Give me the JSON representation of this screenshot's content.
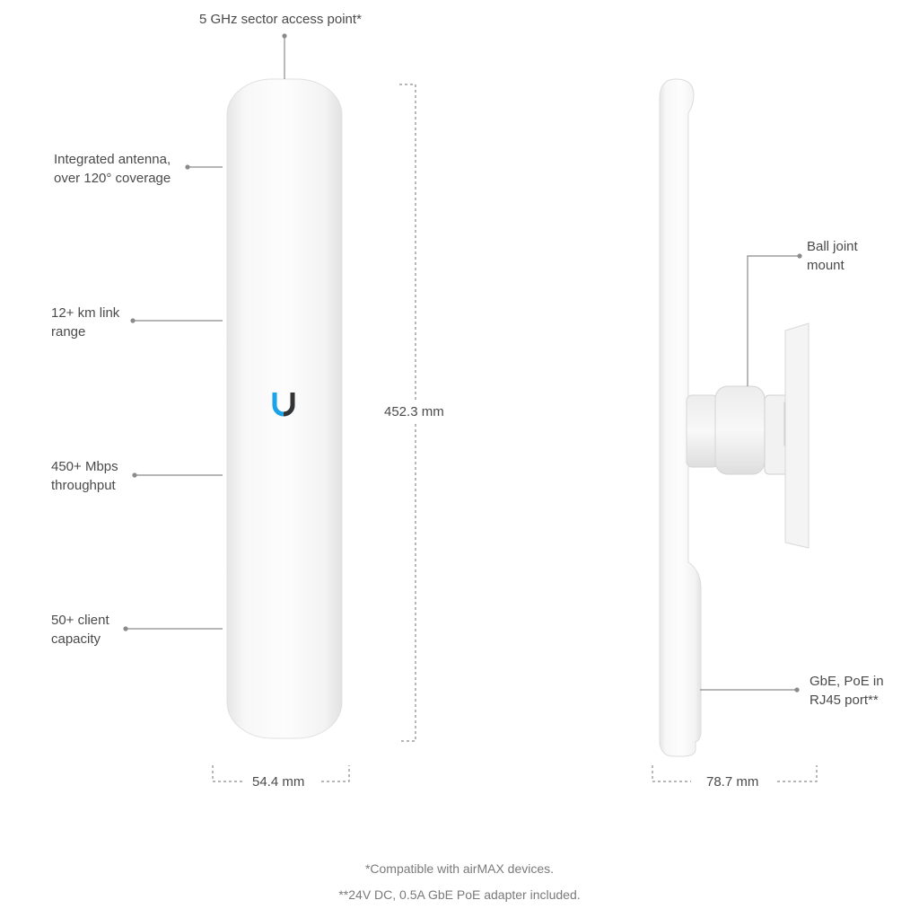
{
  "callouts": {
    "top": "5 GHz sector access point*",
    "antenna": [
      "Integrated antenna,",
      "over 120° coverage"
    ],
    "range": [
      "12+ km link",
      "range"
    ],
    "throughput": [
      "450+ Mbps",
      "throughput"
    ],
    "clients": [
      "50+ client",
      "capacity"
    ],
    "mount": [
      "Ball joint",
      "mount"
    ],
    "port": [
      "GbE, PoE in",
      "RJ45 port**"
    ]
  },
  "dimensions": {
    "height": "452.3 mm",
    "front_width": "54.4 mm",
    "side_depth": "78.7 mm"
  },
  "footnotes": [
    "*Compatible with airMAX devices.",
    "**24V DC, 0.5A GbE PoE adapter included."
  ],
  "colors": {
    "logo_blue": "#1aa3e8",
    "text": "#4a4a4a",
    "line": "#8a8a8a"
  }
}
